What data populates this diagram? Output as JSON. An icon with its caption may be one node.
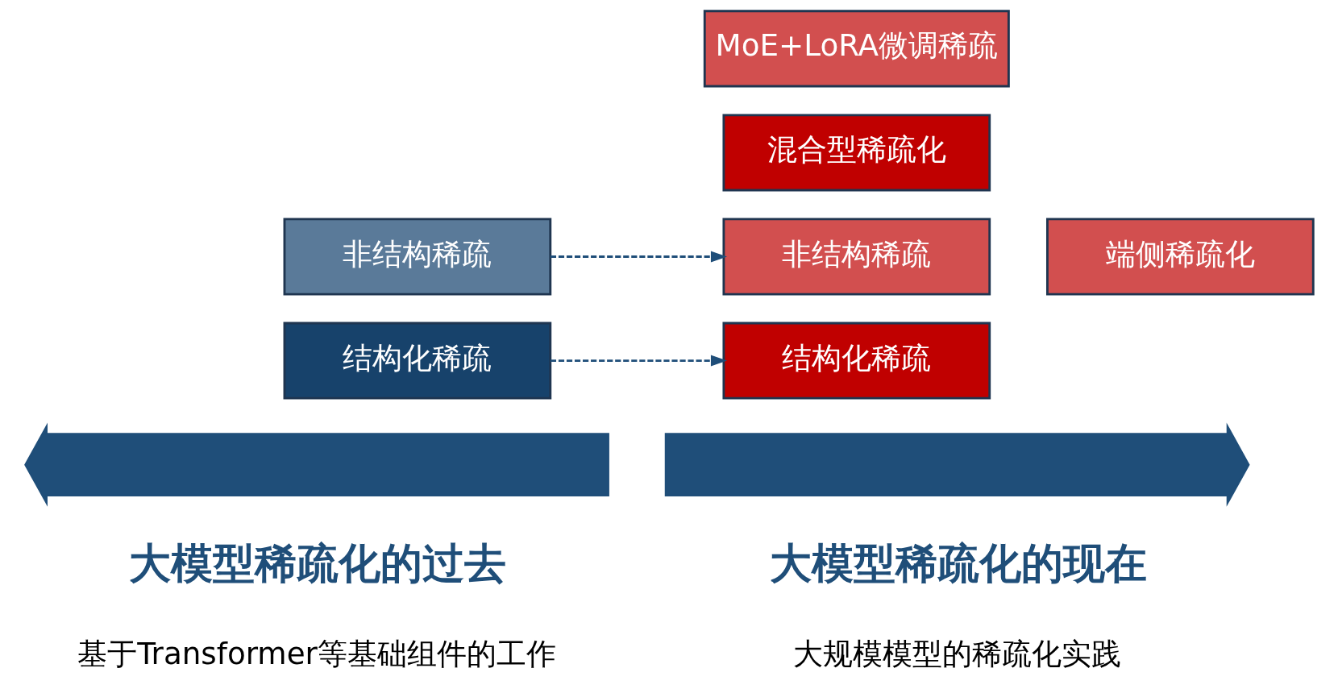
{
  "diagram": {
    "nodes": [
      {
        "text": [
          "MoE+LoRA微调稀疏"
        ]
      },
      {
        "text": [
          "混合型稀疏化"
        ]
      },
      {
        "text": [
          "非结构稀疏"
        ]
      },
      {
        "text": [
          "非结构稀疏"
        ]
      },
      {
        "text": [
          "端侧稀疏化"
        ]
      },
      {
        "text": [
          "结构化稀疏"
        ]
      },
      {
        "text": [
          "结构化稀疏"
        ]
      },
      {
        "text": [],
        "shape": "arrow"
      },
      {
        "text": [],
        "shape": "arrow"
      }
    ],
    "edges": [
      {
        "from": 2,
        "to": 3,
        "arrow": "to",
        "style": "dashed"
      },
      {
        "from": 5,
        "to": 6,
        "arrow": "to",
        "style": "dashed"
      }
    ],
    "labels": [
      "大模型稀疏化的过去",
      "大模型稀疏化的现在",
      "基于Transformer等基础组件的工作",
      "大规模模型的稀疏化实践"
    ]
  }
}
